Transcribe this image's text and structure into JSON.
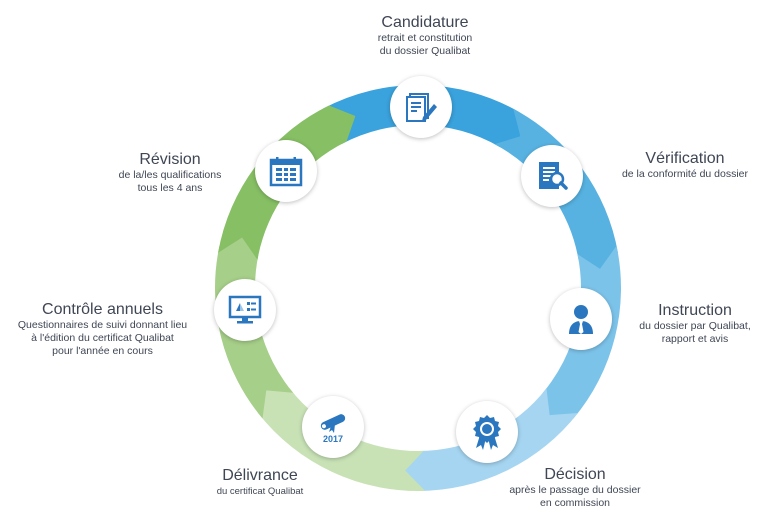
{
  "steps": [
    {
      "title": "Candidature",
      "desc": [
        "retrait et constitution",
        "du dossier Qualibat"
      ],
      "icon": "document-pen-icon"
    },
    {
      "title": "Vérification",
      "desc": [
        "de la conformité du dossier"
      ],
      "icon": "document-magnifier-icon"
    },
    {
      "title": "Instruction",
      "desc": [
        "du dossier par Qualibat,",
        "rapport et avis"
      ],
      "icon": "person-icon"
    },
    {
      "title": "Décision",
      "desc": [
        "après le passage du dossier",
        "en commission"
      ],
      "icon": "award-ribbon-icon"
    },
    {
      "title": "Délivrance",
      "desc": [
        "du certificat Qualibat"
      ],
      "icon": "diploma-scroll-icon",
      "badge": "2017"
    },
    {
      "title": "Contrôle annuels",
      "desc": [
        "Questionnaires de suivi donnant lieu",
        "à l'édition du certificat Qualibat",
        "pour l'année en cours"
      ],
      "icon": "monitor-chart-icon"
    },
    {
      "title": "Révision",
      "desc": [
        "de la/les qualifications",
        "tous les 4 ans"
      ],
      "icon": "calendar-icon"
    }
  ],
  "colors": {
    "blue_dark": "#3a9ed9",
    "blue_light": "#a9d6f0",
    "green_dark": "#72b04e",
    "green_light": "#c7e1b2",
    "icon_blue": "#2a77bf",
    "text": "#3f4654"
  }
}
